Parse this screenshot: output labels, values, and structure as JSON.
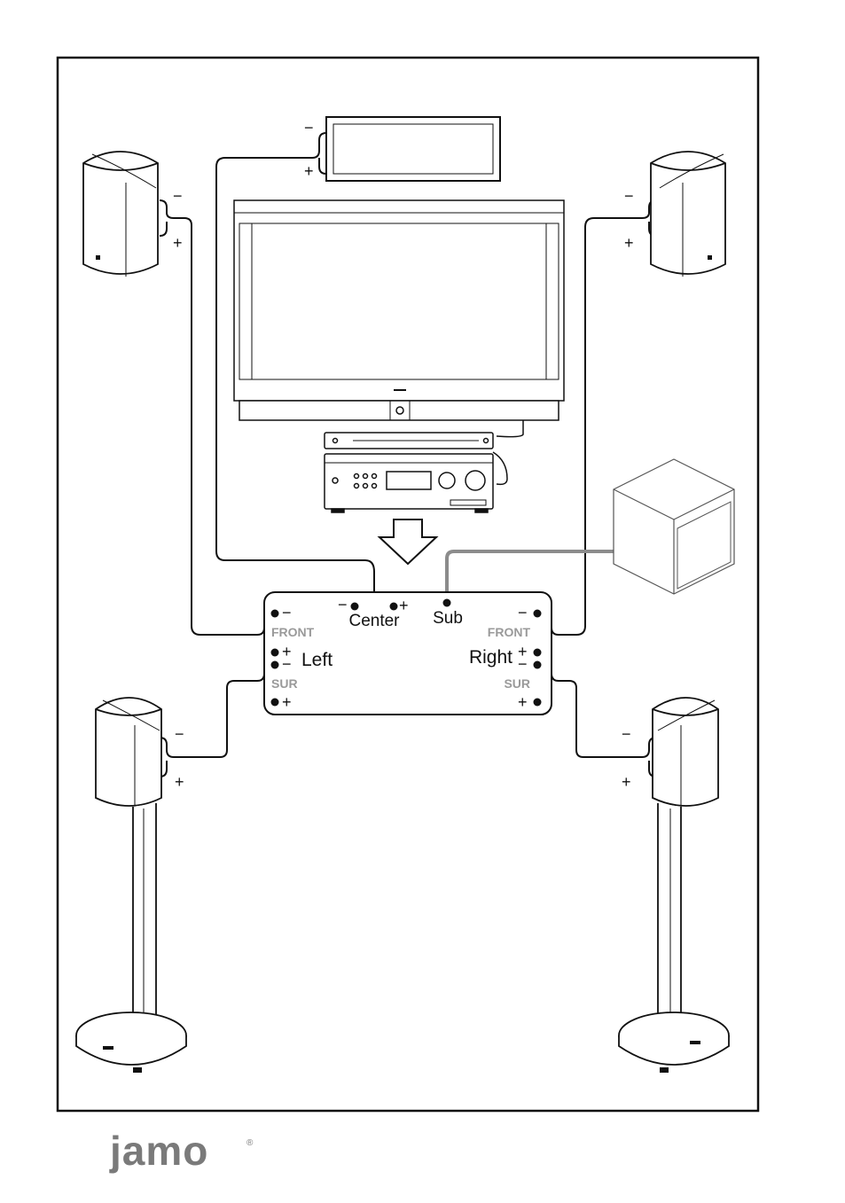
{
  "receiver_panel": {
    "center_label": "Center",
    "sub_label": "Sub",
    "left_label": "Left",
    "right_label": "Right",
    "front_label_left": "FRONT",
    "front_label_right": "FRONT",
    "sur_label_left": "SUR",
    "sur_label_right": "SUR",
    "minus": "−",
    "plus": "+"
  },
  "speaker_polarity": {
    "minus": "−",
    "plus": "+"
  },
  "brand": {
    "logo_text": "Jamo",
    "registered_mark": "®"
  },
  "colors": {
    "line": "#111111",
    "sub_cable": "#8c8c8c",
    "grey_label": "#9a9a9a",
    "logo": "#7a7a7a"
  }
}
